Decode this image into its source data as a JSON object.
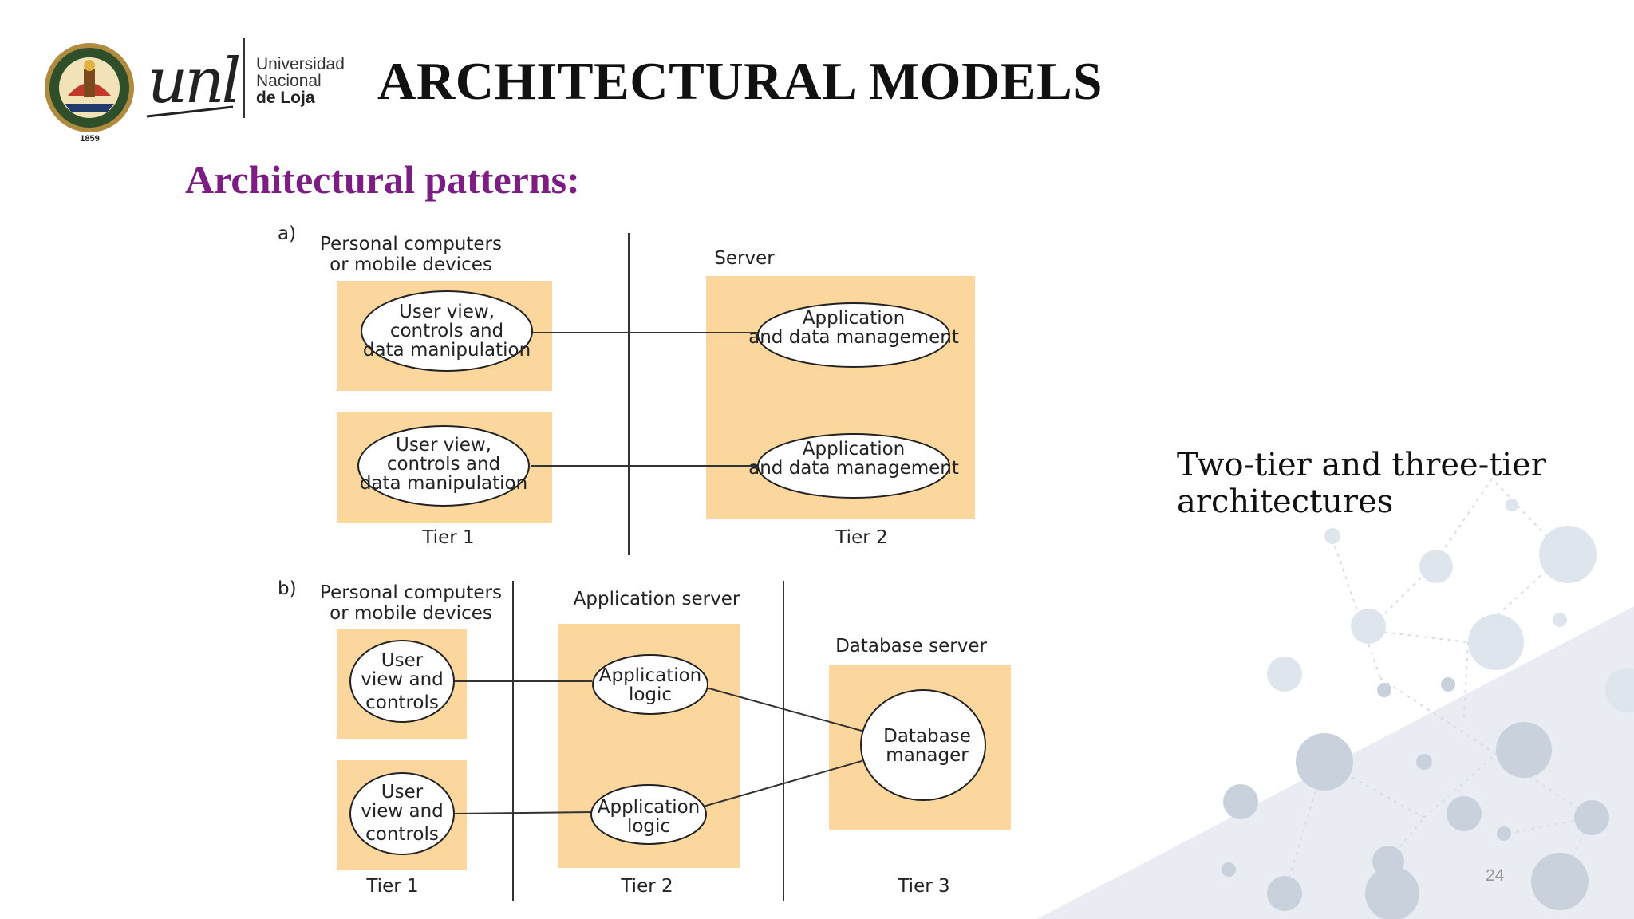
{
  "slide": {
    "title": "ARCHITECTURAL MODELS",
    "subtitle": "Architectural patterns:",
    "caption": "Two-tier and three-tier architectures",
    "page_number": "24"
  },
  "logo": {
    "seal_year": "1859",
    "brand_mark": "unl",
    "name_lines": [
      "Universidad",
      "Nacional",
      "de Loja"
    ]
  },
  "diagram": {
    "a": {
      "label": "a)",
      "client_heading": [
        "Personal computers",
        "or mobile devices"
      ],
      "server_heading": "Server",
      "client_nodes": [
        [
          "User view,",
          "controls and",
          "data manipulation"
        ],
        [
          "User view,",
          "controls and",
          "data manipulation"
        ]
      ],
      "server_nodes": [
        [
          "Application",
          "and data management"
        ],
        [
          "Application",
          "and data management"
        ]
      ],
      "tier_labels": [
        "Tier 1",
        "Tier 2"
      ]
    },
    "b": {
      "label": "b)",
      "client_heading": [
        "Personal computers",
        "or mobile devices"
      ],
      "app_heading": "Application server",
      "db_heading": "Database server",
      "client_nodes": [
        [
          "User",
          "view and",
          "controls"
        ],
        [
          "User",
          "view and",
          "controls"
        ]
      ],
      "app_nodes": [
        [
          "Application",
          "logic"
        ],
        [
          "Application",
          "logic"
        ]
      ],
      "db_node": [
        "Database",
        "manager"
      ],
      "tier_labels": [
        "Tier 1",
        "Tier 2",
        "Tier 3"
      ]
    }
  },
  "colors": {
    "title": "#111111",
    "subtitle": "#7b1d83",
    "tier_box": "#fbd79d",
    "line": "#333333",
    "page_number": "#9a9a9a"
  }
}
